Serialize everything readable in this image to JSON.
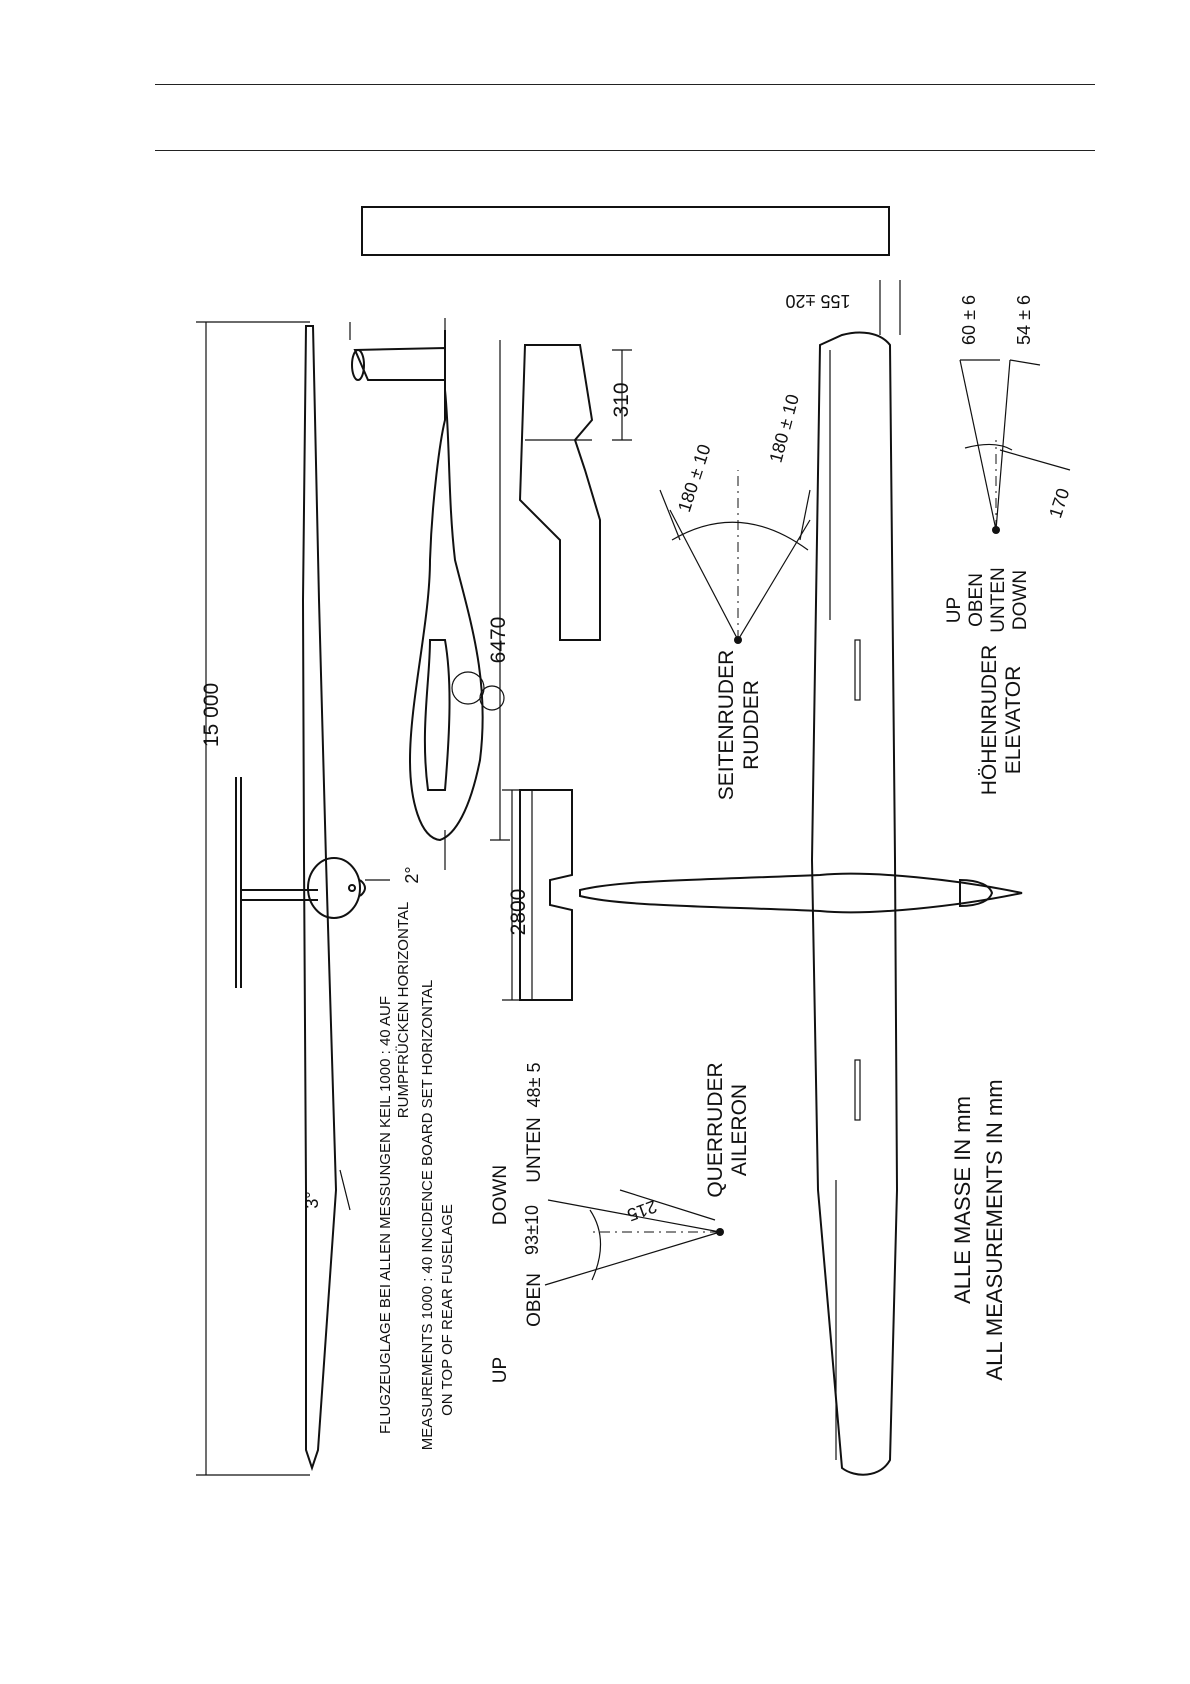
{
  "header": {
    "title": ""
  },
  "dimensions": {
    "span": "15 000",
    "fuselage_length": "6470",
    "tail_span": "2800",
    "fin_chord": "310",
    "elevator_lever": "170",
    "aileron_lever": "215",
    "rudder_angle_a": "180 ± 10",
    "rudder_angle_b": "180 ± 10",
    "elevator_up": "60 ± 6",
    "elevator_down": "54 ± 6",
    "aileron_up": "93±10",
    "aileron_down": "48± 5",
    "tip_offset": "155 ±20",
    "dihedral_wing": "3°",
    "incidence": "2°"
  },
  "labels": {
    "rudder_de": "SEITENRUDER",
    "rudder_en": "RUDDER",
    "elevator_de": "HÖHENRUDER",
    "elevator_en": "ELEVATOR",
    "up": "UP",
    "oben": "OBEN",
    "unten": "UNTEN",
    "down": "DOWN",
    "aileron_de": "QUERRUDER",
    "aileron_en": "AILERON",
    "aileron_down_en": "DOWN",
    "aileron_down_de": "UNTEN",
    "aileron_up_en": "UP",
    "aileron_up_de": "OBEN"
  },
  "notes": {
    "de_line1": "FLUGZEUGLAGE  BEI ALLEN  MESSUNGEN  KEIL  1000 : 40  AUF",
    "de_line2": "RUMPFRÜCKEN  HORIZONTAL",
    "en_line1": "MEASUREMENTS  1000 : 40  INCIDENCE  BOARD  SET  HORIZONTAL",
    "en_line2": "ON  TOP  OF  REAR  FUSELAGE",
    "units_de": "ALLE   MASSE   IN   mm",
    "units_en": "ALL   MEASUREMENTS   IN   mm"
  }
}
